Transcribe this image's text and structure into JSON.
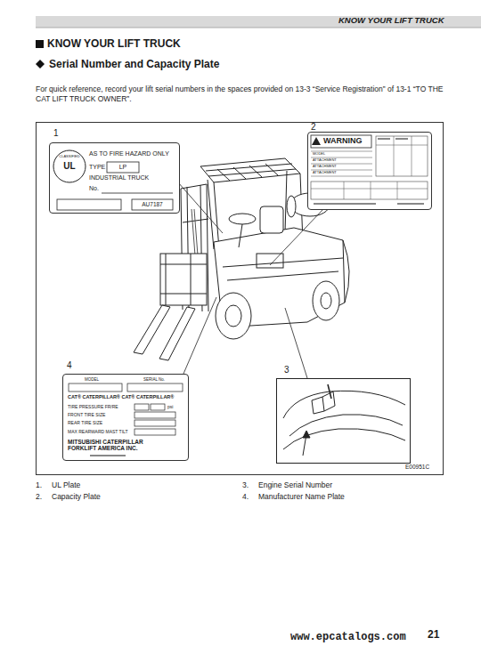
{
  "diagram": {
    "title": "KNOW YOUR LIFT TRUCK",
    "nodes": [
      {
        "text": [
          "UL",
          "CLASSIFIED",
          "AS TO FIRE HAZARD ONLY",
          "TYPE",
          "LP",
          "INDUSTRIAL TRUCK",
          "No.",
          "AU7187"
        ]
      },
      {
        "text": [
          "WARNING",
          "MODEL",
          "ATTACHMENT",
          "ATTACHMENT",
          "ATTACHMENT"
        ]
      },
      {
        "text": [
          "MODEL",
          "SERIAL No.",
          "CAT® CATERPILLAR® CAT® CATERPILLAR®",
          "TIRE PRESSURE FR/RE",
          "psi",
          "FRONT TIRE SIZE",
          "REAR TIRE SIZE",
          "MAX REARWARD MAST TILT",
          "MITSUBISHI CATERPILLAR FORKLIFT AMERICA INC."
        ]
      }
    ],
    "labels": [
      "KNOW YOUR LIFT TRUCK",
      "Serial Number and Capacity Plate",
      "For quick reference, record your lift serial numbers in the spaces provided on 13-3 “Service Registration” of 13-1 “TO THE CAT LIFT TRUCK OWNER”.",
      "1",
      "2",
      "3",
      "4",
      "E00951C",
      "1.",
      "UL Plate",
      "2.",
      "Capacity Plate",
      "3.",
      "Engine Serial Number",
      "4.",
      "Manufacturer Name Plate",
      "www.epcatalogs.com",
      "21"
    ]
  }
}
